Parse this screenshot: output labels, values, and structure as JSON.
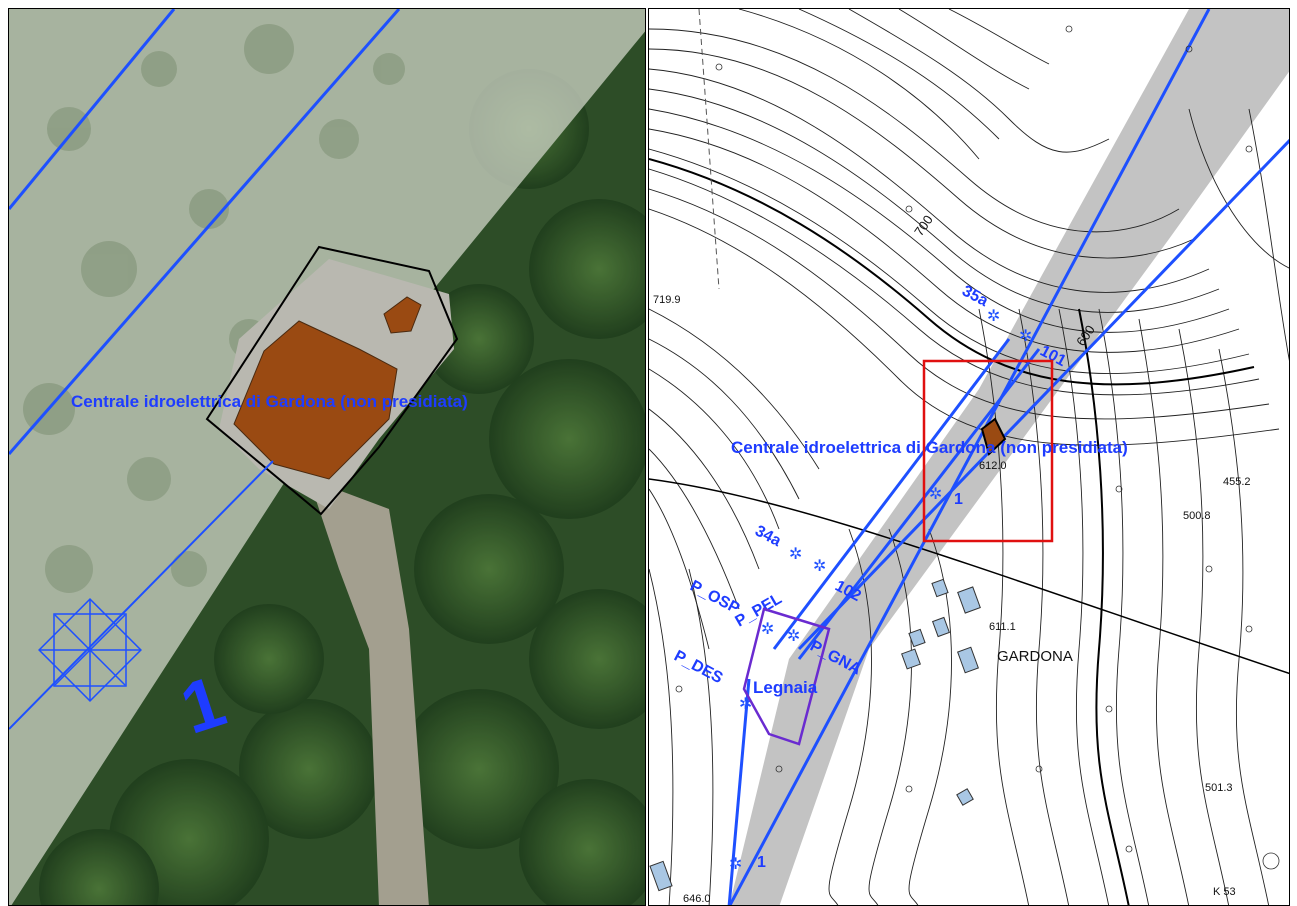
{
  "left_map": {
    "facility_label": "Centrale idroelettrica di Gardona (non presidiata)",
    "line_number": "1",
    "colors": {
      "line": "#1e50ff",
      "building": "#9a4a12"
    }
  },
  "right_map": {
    "facility_label": "Centrale idroelettrica di Gardona (non presidiata)",
    "town_label": "GARDONA",
    "area_label": "Legnaia",
    "line_labels": [
      "35a",
      "101",
      "34a",
      "102",
      "1",
      "1"
    ],
    "point_labels": [
      "P_OSP",
      "P_PEL",
      "P_GNA",
      "P_DES"
    ],
    "contour_labels": [
      "700",
      "600"
    ],
    "elevations": [
      "719.9",
      "612.0",
      "455.2",
      "500.8",
      "611.1",
      "501.3",
      "646.0",
      "K 53"
    ],
    "colors": {
      "line": "#1e50ff",
      "highlight": "#e01010",
      "area": "#6a2bd0"
    }
  }
}
